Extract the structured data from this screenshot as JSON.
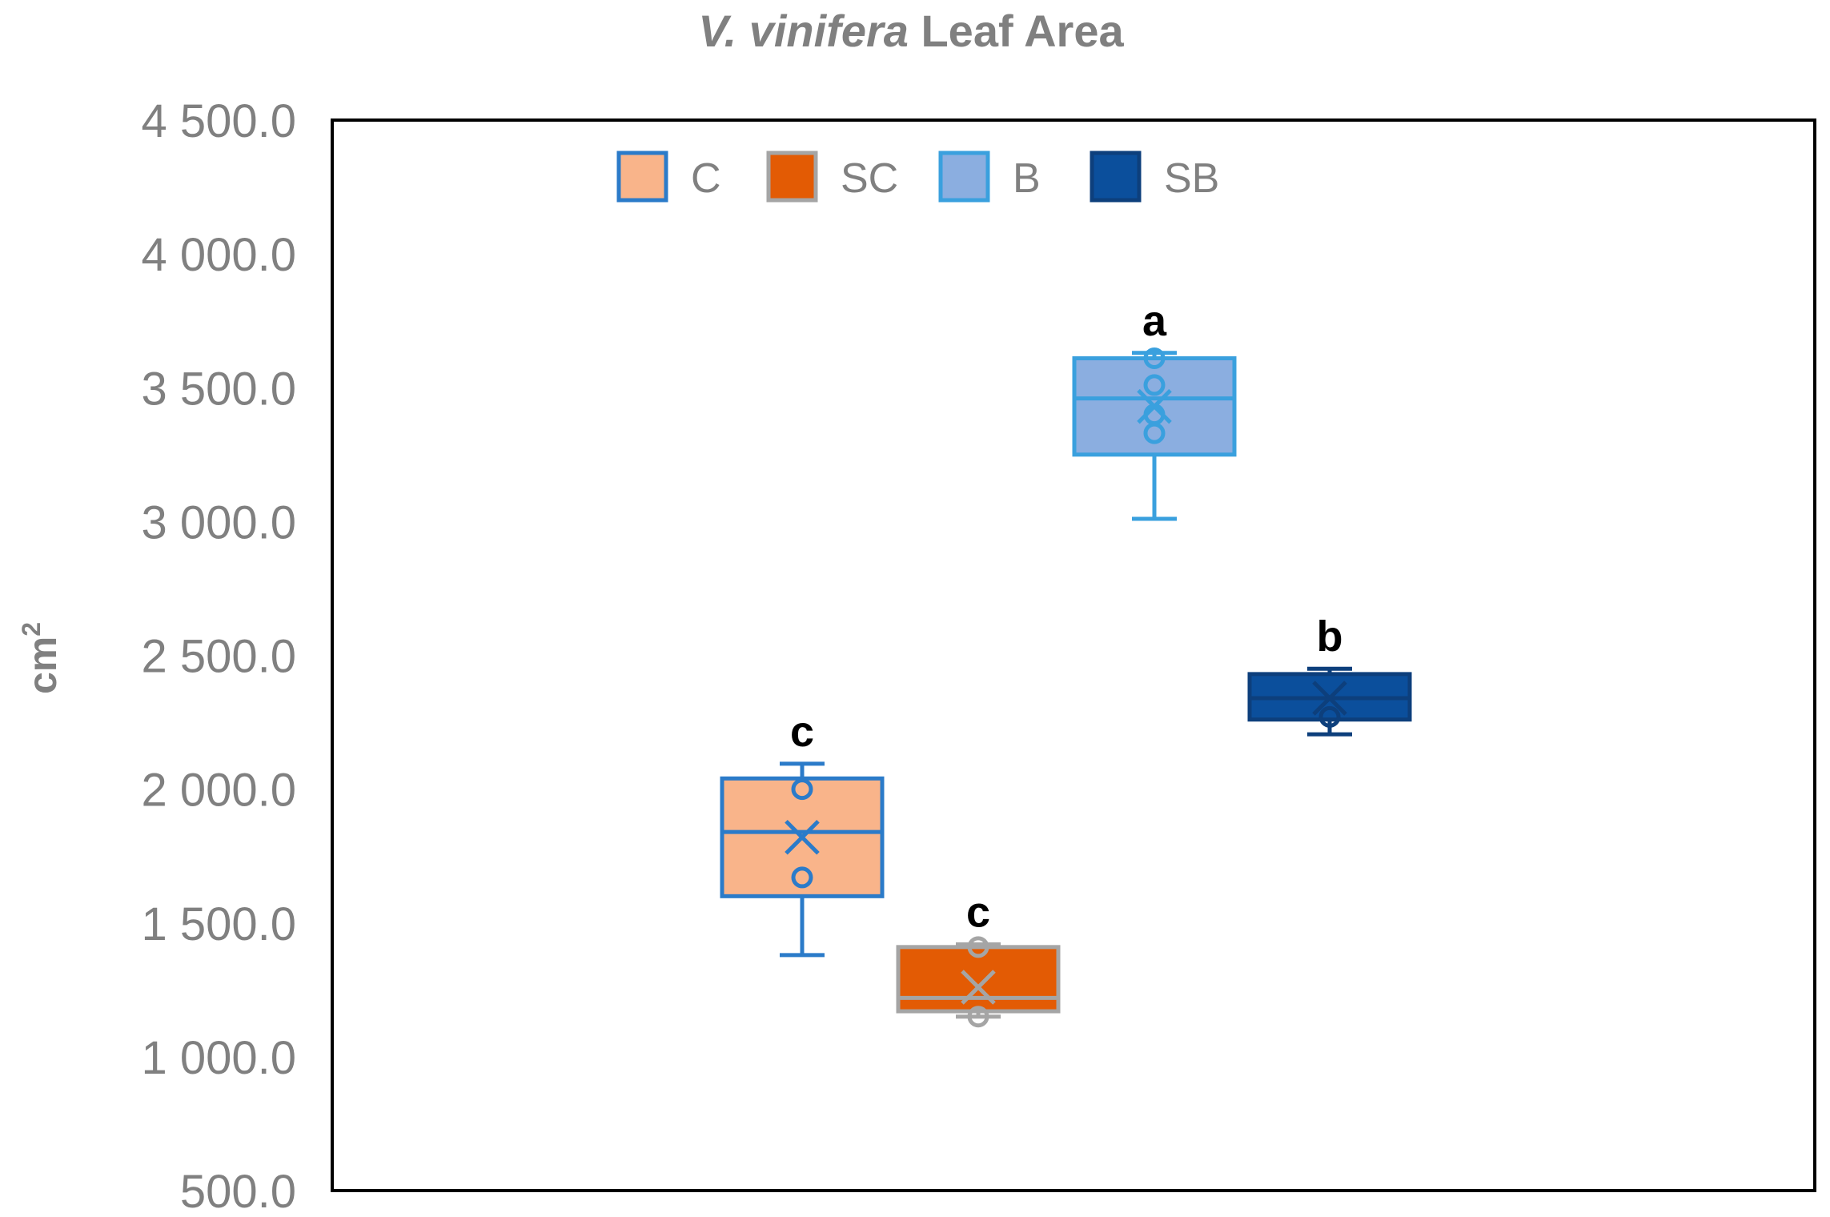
{
  "chart_data": {
    "type": "box",
    "title_italic": "V. vinifera",
    "title_rest": " Leaf Area",
    "ylabel": "cm",
    "ylabel_sup": "2",
    "ylim": [
      500,
      4500
    ],
    "y_ticks": [
      4500,
      4000,
      3500,
      3000,
      2500,
      2000,
      1500,
      1000,
      500
    ],
    "y_tick_labels": [
      "4 500.0",
      "4 000.0",
      "3 500.0",
      "3 000.0",
      "2 500.0",
      "2 000.0",
      "1 500.0",
      "1 000.0",
      "500.0"
    ],
    "legend_position": "top",
    "series": [
      {
        "name": "C",
        "fill": "#F9B48A",
        "stroke": "#2B7BC9",
        "min": 1380,
        "q1": 1600,
        "median": 1840,
        "q3": 2040,
        "max": 2095,
        "mean": 1820,
        "points": [
          2000,
          1670
        ],
        "letter": "c"
      },
      {
        "name": "SC",
        "fill": "#E35B04",
        "stroke": "#A5A5A5",
        "min": 1150,
        "q1": 1170,
        "median": 1220,
        "q3": 1410,
        "max": 1420,
        "mean": 1260,
        "points": [
          1410,
          1150
        ],
        "letter": "c"
      },
      {
        "name": "B",
        "fill": "#8BAEE0",
        "stroke": "#3AA0DE",
        "min": 3010,
        "q1": 3250,
        "median": 3460,
        "q3": 3610,
        "max": 3630,
        "mean": 3430,
        "points": [
          3610,
          3510,
          3400,
          3330
        ],
        "letter": "a"
      },
      {
        "name": "SB",
        "fill": "#0B4F9C",
        "stroke": "#0D3F7C",
        "min": 2205,
        "q1": 2260,
        "median": 2340,
        "q3": 2430,
        "max": 2450,
        "mean": 2340,
        "points": [
          2270
        ],
        "letter": "b"
      }
    ]
  }
}
